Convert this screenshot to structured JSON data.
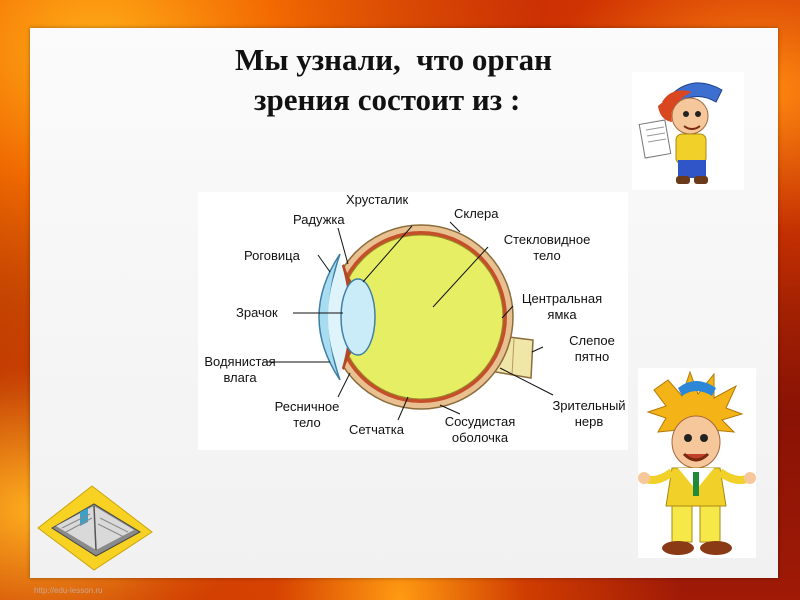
{
  "slide": {
    "title_line1": "Мы узнали,  что орган",
    "title_line2": "зрения состоит из :"
  },
  "diagram": {
    "labels": {
      "lens": "Хрусталик",
      "sclera": "Склера",
      "iris": "Радужка",
      "cornea": "Роговица",
      "vitreous_1": "Стекловидное",
      "vitreous_2": "тело",
      "pupil": "Зрачок",
      "fovea_1": "Центральная",
      "fovea_2": "ямка",
      "aqueous_1": "Водянистая",
      "aqueous_2": "влага",
      "blind_spot_1": "Слепое",
      "blind_spot_2": "пятно",
      "ciliary_1": "Ресничное",
      "ciliary_2": "тело",
      "retina": "Сетчатка",
      "choroid_1": "Сосудистая",
      "choroid_2": "оболочка",
      "optic_nerve_1": "Зрительный",
      "optic_nerve_2": "нерв"
    },
    "colors": {
      "vitreous": "#e6ef63",
      "sclera": "#e9c08f",
      "choroid": "#c4502a",
      "cornea": "#a8dcf0",
      "lens": "#c9ecf8"
    }
  },
  "decor": {
    "character_top": "reading-character",
    "character_bottom": "waving-character",
    "book_icon": "book-icon"
  },
  "footer": {
    "watermark": "http://edu-lesson.ru"
  }
}
